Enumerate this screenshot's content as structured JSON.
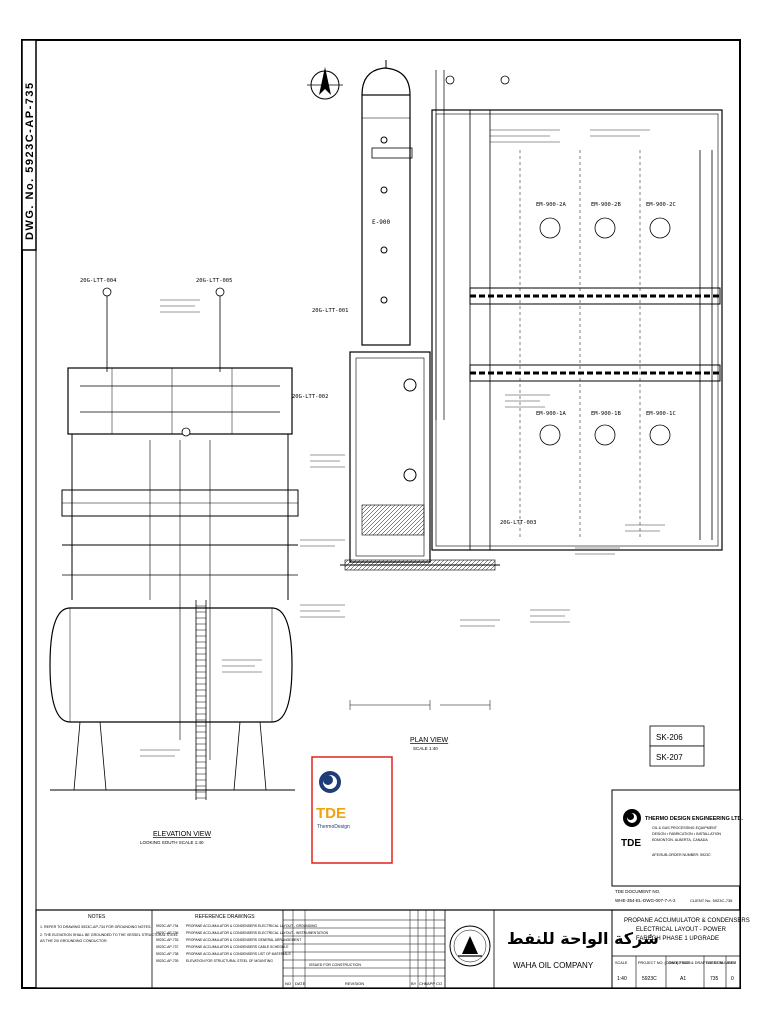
{
  "drawing_number": "DWG. No. 5923C-AP-735",
  "views": {
    "plan_title": "PLAN VIEW",
    "plan_scale": "SCALE 1:40",
    "elevation_title": "ELEVATION VIEW",
    "elevation_scale": "LOOKING SOUTH SCALE 1:40"
  },
  "equipment": {
    "vessel": "E-900",
    "fans_top": [
      "EM-900-2A",
      "EM-900-2B",
      "EM-900-2C"
    ],
    "fans_bottom": [
      "EM-900-1A",
      "EM-900-1B",
      "EM-900-1C"
    ],
    "pushbuttons": [
      "20G-LTT-004",
      "20G-LTT-005",
      "20G-LTT-001",
      "20G-LTT-002",
      "20G-LTT-003"
    ]
  },
  "sketch_refs": [
    "SK-206",
    "SK-207"
  ],
  "tde_badge": {
    "logo": "TDE",
    "sub": "ThermoDesign"
  },
  "company_block": {
    "name": "THERMO DESIGN ENGINEERING LTD.",
    "lines": [
      "OIL & GAS PROCESSING EQUIPMENT",
      "DESIGN • FABRICATION • INSTALLATION",
      "EDMONTON, ALBERTA, CANADA"
    ],
    "small": "AFE/SUB-ORDER NUMBER: 5923C",
    "tde_doc_label": "TDE DOCUMENT NO.",
    "tde_doc_value": "WHE-354-EL-DWG-007-7-A-2",
    "client_no": "CLIENT No. 5923C-735"
  },
  "notes": {
    "title": "NOTES",
    "items": [
      "1. REFER TO DRAWING 5923C-AP-734 FOR GROUNDING NOTES.",
      "2. THE ELEVATION SHALL BE GROUNDED TO THE VESSEL STRUCTURAL STEEL",
      "   AS THE 2/0 GROUNDING CONDUCTOR."
    ]
  },
  "references": {
    "title": "REFERENCE DRAWINGS",
    "items": [
      {
        "no": "5923C-AP-734",
        "desc": "PROPANE ACCUMULATOR & CONDENSERS ELECTRICAL LAYOUT - GROUNDING"
      },
      {
        "no": "5923C-AP-736",
        "desc": "PROPANE ACCUMULATOR & CONDENSERS ELECTRICAL LAYOUT - INSTRUMENTATION"
      },
      {
        "no": "5923C-AP-733",
        "desc": "PROPANE ACCUMULATOR & CONDENSERS GENERAL ARRANGEMENT"
      },
      {
        "no": "5923C-AP-737",
        "desc": "PROPANE ACCUMULATOR & CONDENSERS CABLE SCHEDULE"
      },
      {
        "no": "5923C-AP-738",
        "desc": "PROPANE ACCUMULATOR & CONDENSERS LIST OF MATERIALS"
      },
      {
        "no": "5923C-AP-739",
        "desc": "ELEVATION FOR STRUCTURAL STEEL OF MOUNTING"
      }
    ]
  },
  "revision": {
    "row_text": "ISSUED FOR CONSTRUCTION",
    "headers": [
      "NO",
      "DATE",
      "REVISION",
      "BY",
      "CHK",
      "APP",
      "CO"
    ]
  },
  "client": {
    "arabic": "شركة الواحة للنفط",
    "english": "WAHA OIL COMPANY"
  },
  "title_block": {
    "line1": "PROPANE ACCUMULATOR & CONDENSERS",
    "line2": "ELECTRICAL LAYOUT - POWER",
    "line3": "FAREGH PHASE 1 UPGRADE",
    "cells": [
      {
        "label": "SCALE",
        "value": "1:40"
      },
      {
        "label": "PROJECT NO. (CONO)-F0523",
        "value": "5923C"
      },
      {
        "label": "SHEET SIZE & DRAFT DESIGN",
        "value": "A1"
      },
      {
        "label": "SHEET NUMBER",
        "value": "735"
      },
      {
        "label": "REV",
        "value": "0"
      }
    ]
  }
}
